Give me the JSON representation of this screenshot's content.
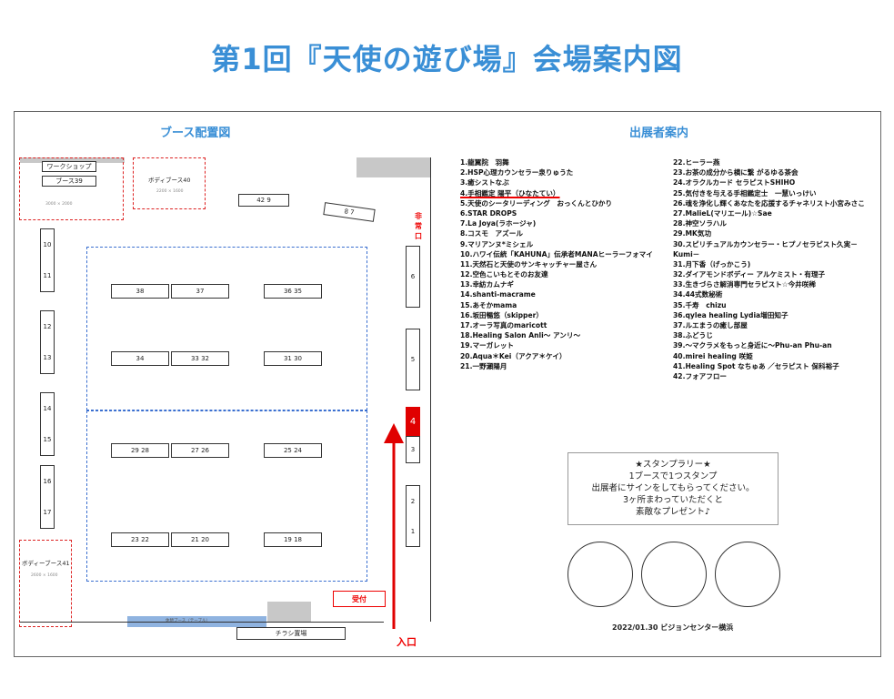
{
  "page_title": "第1回『天使の遊び場』会場案内図",
  "layout_title": "ブース配置図",
  "exhibitors_title": "出展者案内",
  "map": {
    "workshop": "ワークショップ",
    "booth39": "ブース39",
    "size39": "3000 × 2000",
    "body40": "ボディブース40",
    "size40": "2200 × 1600",
    "body41": "ボディーブース41",
    "size41": "2600 × 1600",
    "emergency": [
      "非",
      "常",
      "口"
    ],
    "reception": "受付",
    "entrance": "入口",
    "flyers": "チラシ置場",
    "rest": "休憩ブース（テーブル）",
    "booth4": "4",
    "booths": {
      "b42_9": "42    9",
      "b8_7": "8    7",
      "b10": "10",
      "b11": "11",
      "b12": "12",
      "b13": "13",
      "b14": "14",
      "b15": "15",
      "b16": "16",
      "b17": "17",
      "b38": "38",
      "b37": "37",
      "b36_35": "36    35",
      "b34": "34",
      "b33_32": "33    32",
      "b31_30": "31    30",
      "b29_28": "29    28",
      "b27_26": "27    26",
      "b25_24": "25    24",
      "b23_22": "23    22",
      "b21_20": "21    20",
      "b19_18": "19    18",
      "b6": "6",
      "b5": "5",
      "b3": "3",
      "b2": "2",
      "b1": "1"
    }
  },
  "exhibitors_left": [
    "1.龍翼院　羽舞",
    "2.HSP心理カウンセラー泉りゅうた",
    "3.癒シストなぶ",
    "4.手相鑑定 陽平（ひなたてい）",
    "5.天使のシータリーディング　おっくんとひかり",
    "6.STAR DROPS",
    "7.La Joya(ラホージャ)",
    "8.コスモ　アズール",
    "9.マリアンヌ*ミシェル",
    "10.ハワイ伝統「KAHUNA」伝承者MANAヒーラーフォマイ",
    "11.天然石と天使のサンキャッチャー屋さん",
    "12.空色こいもとそのお友達",
    "13.幸紡カムナギ",
    "14.shanti-macrame",
    "15.あそかmama",
    "16.坂田暢悠（skipper）",
    "17.オーラ写真のmaricott",
    "18.Healing Salon Anli～ アンリ～",
    "19.マーガレット",
    "20.Aqua＊Kei（アクア＊ケイ）",
    "21.一野瀬陽月"
  ],
  "exhibitors_right": [
    "22.ヒーラー燕",
    "23.お茶の成分から横に繋 がるゆる茶会",
    "24.オラクルカード セラピストSHIHO",
    "25.気付きを与える手相鑑定士　一慧いっけい",
    "26.魂を浄化し輝くあなたを応援するチャネリスト小宮みさこ",
    "27.MalieL(マリエール)☆Sae",
    "28.神空ソラハル",
    "29.MK気功",
    "30.スピリチュアルカウンセラー・ヒプノセラピスト久実－",
    "Kumi－",
    "31.月下香（げっかこう)",
    "32.ダイアモンドボディー アルケミスト・有理子",
    "33.生きづらさ解消専門セラピスト☆今井咲稀",
    "34.44式数秘術",
    "35.千寿　chizu",
    "36.qylea healing Lydia増田知子",
    "37.ルエまうの癒し部屋",
    "38.ふどうじ",
    "39.～マクラメをもっと身近に～Phu-an Phu-an",
    "40.mirei healing 咲姫",
    "41.Healing Spot なちゅあ ／セラピスト 保科裕子",
    "42.フォアフロー"
  ],
  "stamp_rally": [
    "★スタンプラリー★",
    "1ブースで1つスタンプ",
    "出展者にサインをしてもらってください。",
    "3ヶ所まわっていただくと",
    "素敵なプレゼント♪"
  ],
  "footer": "2022/01.30 ビジョンセンター横浜",
  "colors": {
    "title": "#3a8fd6",
    "accent_red": "#e00000",
    "dash_blue": "#3a6fd0"
  }
}
